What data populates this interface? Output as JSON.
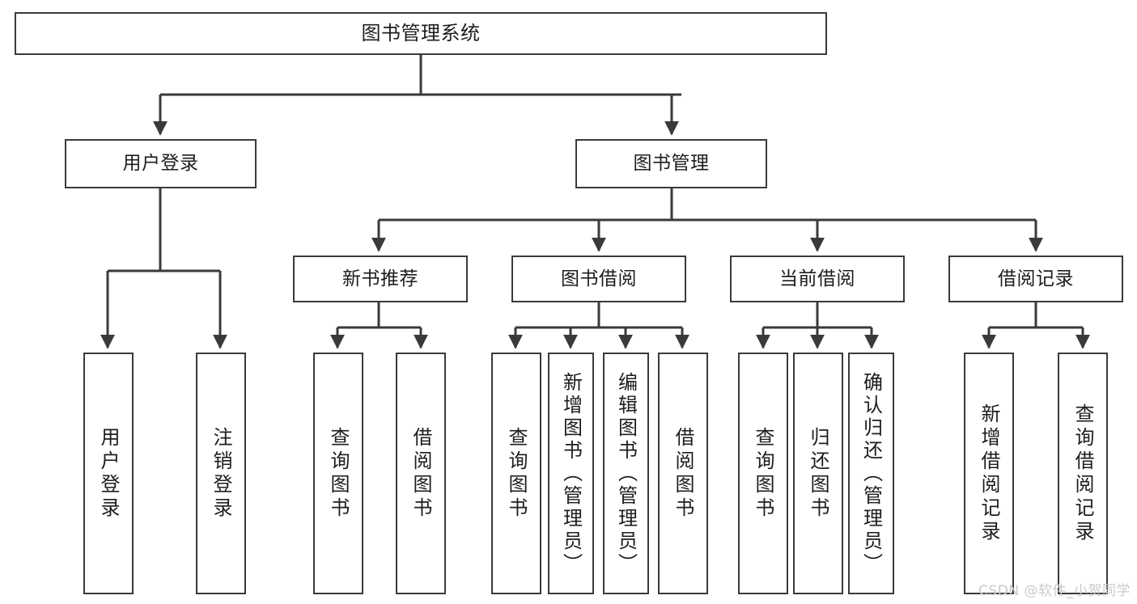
{
  "diagram": {
    "title": "图书管理系统",
    "type": "tree",
    "watermark": "CSDN @软件_小贺同学",
    "line_color": "#3a3a3a",
    "box_fill": "#ffffff",
    "text_color": "#1d1d1d",
    "watermark_color": "#c9c9c9",
    "nodes": {
      "root": {
        "label": "图书管理系统"
      },
      "user_login": {
        "label": "用户登录"
      },
      "book_manage": {
        "label": "图书管理"
      },
      "new_book_rec": {
        "label": "新书推荐"
      },
      "book_borrow": {
        "label": "图书借阅"
      },
      "current_borrow": {
        "label": "当前借阅"
      },
      "borrow_record": {
        "label": "借阅记录"
      },
      "leaf_user_login": {
        "label": "用户登录"
      },
      "leaf_logout": {
        "label": "注销登录"
      },
      "leaf_query_book_1": {
        "label": "查询图书"
      },
      "leaf_borrow_book_1": {
        "label": "借阅图书"
      },
      "leaf_query_book_2": {
        "label": "查询图书"
      },
      "leaf_add_book": {
        "label": "新增图书（管理员）"
      },
      "leaf_edit_book": {
        "label": "编辑图书（管理员）"
      },
      "leaf_borrow_book_2": {
        "label": "借阅图书"
      },
      "leaf_query_book_3": {
        "label": "查询图书"
      },
      "leaf_return_book": {
        "label": "归还图书"
      },
      "leaf_confirm_return": {
        "label": "确认归还（管理员）"
      },
      "leaf_add_record": {
        "label": "新增借阅记录"
      },
      "leaf_query_record": {
        "label": "查询借阅记录"
      }
    },
    "edges": [
      {
        "from": "root",
        "to": "user_login"
      },
      {
        "from": "root",
        "to": "book_manage"
      },
      {
        "from": "user_login",
        "to": "leaf_user_login"
      },
      {
        "from": "user_login",
        "to": "leaf_logout"
      },
      {
        "from": "book_manage",
        "to": "new_book_rec"
      },
      {
        "from": "book_manage",
        "to": "book_borrow"
      },
      {
        "from": "book_manage",
        "to": "current_borrow"
      },
      {
        "from": "book_manage",
        "to": "borrow_record"
      },
      {
        "from": "new_book_rec",
        "to": "leaf_query_book_1"
      },
      {
        "from": "new_book_rec",
        "to": "leaf_borrow_book_1"
      },
      {
        "from": "book_borrow",
        "to": "leaf_query_book_2"
      },
      {
        "from": "book_borrow",
        "to": "leaf_add_book"
      },
      {
        "from": "book_borrow",
        "to": "leaf_edit_book"
      },
      {
        "from": "book_borrow",
        "to": "leaf_borrow_book_2"
      },
      {
        "from": "current_borrow",
        "to": "leaf_query_book_3"
      },
      {
        "from": "current_borrow",
        "to": "leaf_return_book"
      },
      {
        "from": "current_borrow",
        "to": "leaf_confirm_return"
      },
      {
        "from": "borrow_record",
        "to": "leaf_add_record"
      },
      {
        "from": "borrow_record",
        "to": "leaf_query_record"
      }
    ]
  }
}
